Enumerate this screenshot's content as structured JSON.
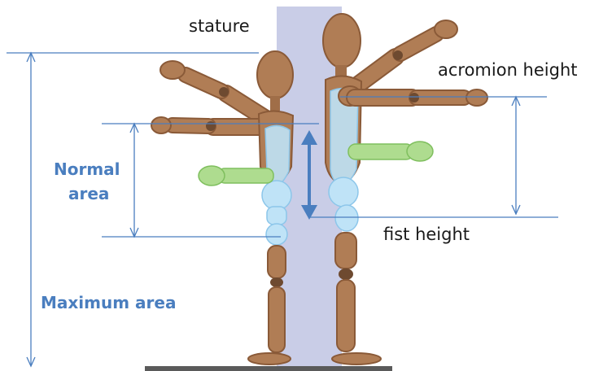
{
  "labels": {
    "stature": "stature",
    "acromion_height": "acromion height",
    "fist_height": "fist height",
    "normal_area_line1": "Normal",
    "normal_area_line2": "area",
    "maximum_area": "Maximum area"
  },
  "colors": {
    "wood": "#b07d55",
    "wood_dark": "#8a5a38",
    "joint": "#6e4a30",
    "normal_area_fill": "#bfe3f7",
    "normal_area_stroke": "#8cc6ea",
    "forearm_green": "#aedc8f",
    "forearm_green_stroke": "#7fbf5e",
    "pillar": "#c9cde7",
    "dimension_line": "#4a7ebf",
    "label_blue": "#4a7ebf",
    "label_dark": "#1a1a1a",
    "floor": "#5a5a5a"
  }
}
